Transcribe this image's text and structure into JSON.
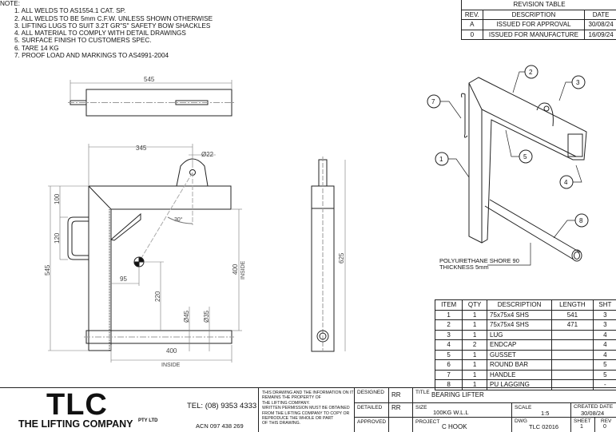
{
  "notes": {
    "heading": "NOTE:",
    "items": [
      "1. ALL WELDS TO AS1554.1 CAT. SP.",
      "2. ALL WELDS TO BE 5mm C.F.W. UNLESS SHOWN OTHERWISE",
      "3. LIFTING LUGS TO SUIT 3.2T GR\"S\" SAFETY BOW SHACKLES",
      "4. ALL MATERIAL TO COMPLY WITH DETAIL DRAWINGS",
      "5. SURFACE FINISH TO CUSTOMERS SPEC.",
      "6. TARE 14 KG",
      "7. PROOF LOAD AND MARKINGS TO AS4991-2004"
    ]
  },
  "revision_table": {
    "title": "REVISION TABLE",
    "headers": [
      "REV.",
      "DESCRIPTION",
      "DATE"
    ],
    "rows": [
      [
        "A",
        "ISSUED FOR APPROVAL",
        "30/08/24"
      ],
      [
        "0",
        "ISSUED FOR MANUFACTURE",
        "16/09/24"
      ]
    ]
  },
  "bom": {
    "headers": [
      "ITEM",
      "QTY",
      "DESCRIPTION",
      "LENGTH",
      "SHT"
    ],
    "rows": [
      [
        "1",
        "1",
        "75x75x4 SHS",
        "541",
        "3"
      ],
      [
        "2",
        "1",
        "75x75x4 SHS",
        "471",
        "3"
      ],
      [
        "3",
        "1",
        "LUG",
        "",
        "4"
      ],
      [
        "4",
        "2",
        "ENDCAP",
        "",
        "4"
      ],
      [
        "5",
        "1",
        "GUSSET",
        "",
        "4"
      ],
      [
        "6",
        "1",
        "ROUND BAR",
        "",
        "5"
      ],
      [
        "7",
        "1",
        "HANDLE",
        "",
        "5"
      ],
      [
        "8",
        "1",
        "PU LAGGING",
        "",
        "-"
      ]
    ]
  },
  "dimensions": {
    "top_width": "545",
    "d345": "345",
    "hole": "Ø22",
    "d100": "100",
    "d120": "120",
    "d545": "545",
    "angle": "30°",
    "d95": "95",
    "d220": "220",
    "d400v": "400",
    "inside": "INSIDE",
    "d45": "Ø45",
    "d35": "Ø35",
    "d400h": "400",
    "d625": "625"
  },
  "balloons": [
    "1",
    "2",
    "3",
    "4",
    "5",
    "7",
    "8"
  ],
  "iso_note": [
    "POLYURETHANE SHORE 90",
    "THICKNESS 5mm"
  ],
  "title_block": {
    "logo": "TLC",
    "company": "THE LIFTING COMPANY",
    "pty": "PTY LTD",
    "tel": "TEL: (08) 9353 4333",
    "acn": "ACN 097 438 269",
    "disclaimer": [
      "THIS DRAWING AND THE INFORMATION ON IT",
      "REMAINS THE PROPERTY OF",
      "THE LIFTING COMPANY.",
      "WRITTEN PERMISSION MUST BE OBTAINED",
      "FROM THE LIFTING COMPANY TO COPY OR",
      "REPRODUCE THE WHOLE OR PART",
      "OF THIS DRAWING."
    ],
    "designed_label": "DESIGNED",
    "designed": "RR",
    "detailed_label": "DETAILED",
    "detailed": "RR",
    "approved_label": "APPROVED",
    "title_label": "TITLE",
    "title": "BEARING LIFTER",
    "size_label": "SIZE",
    "size": "100KG W.L.L",
    "scale_label": "SCALE",
    "scale": "1:5",
    "created_label": "CREATED DATE",
    "created": "30/08/24",
    "project_label": "PROJECT",
    "project": "C HOOK",
    "dwg_label": "DWG",
    "dwg": "TLC 02016",
    "sheet_label": "SHEET",
    "sheet": "1",
    "rev_label": "REV",
    "rev": "0"
  }
}
